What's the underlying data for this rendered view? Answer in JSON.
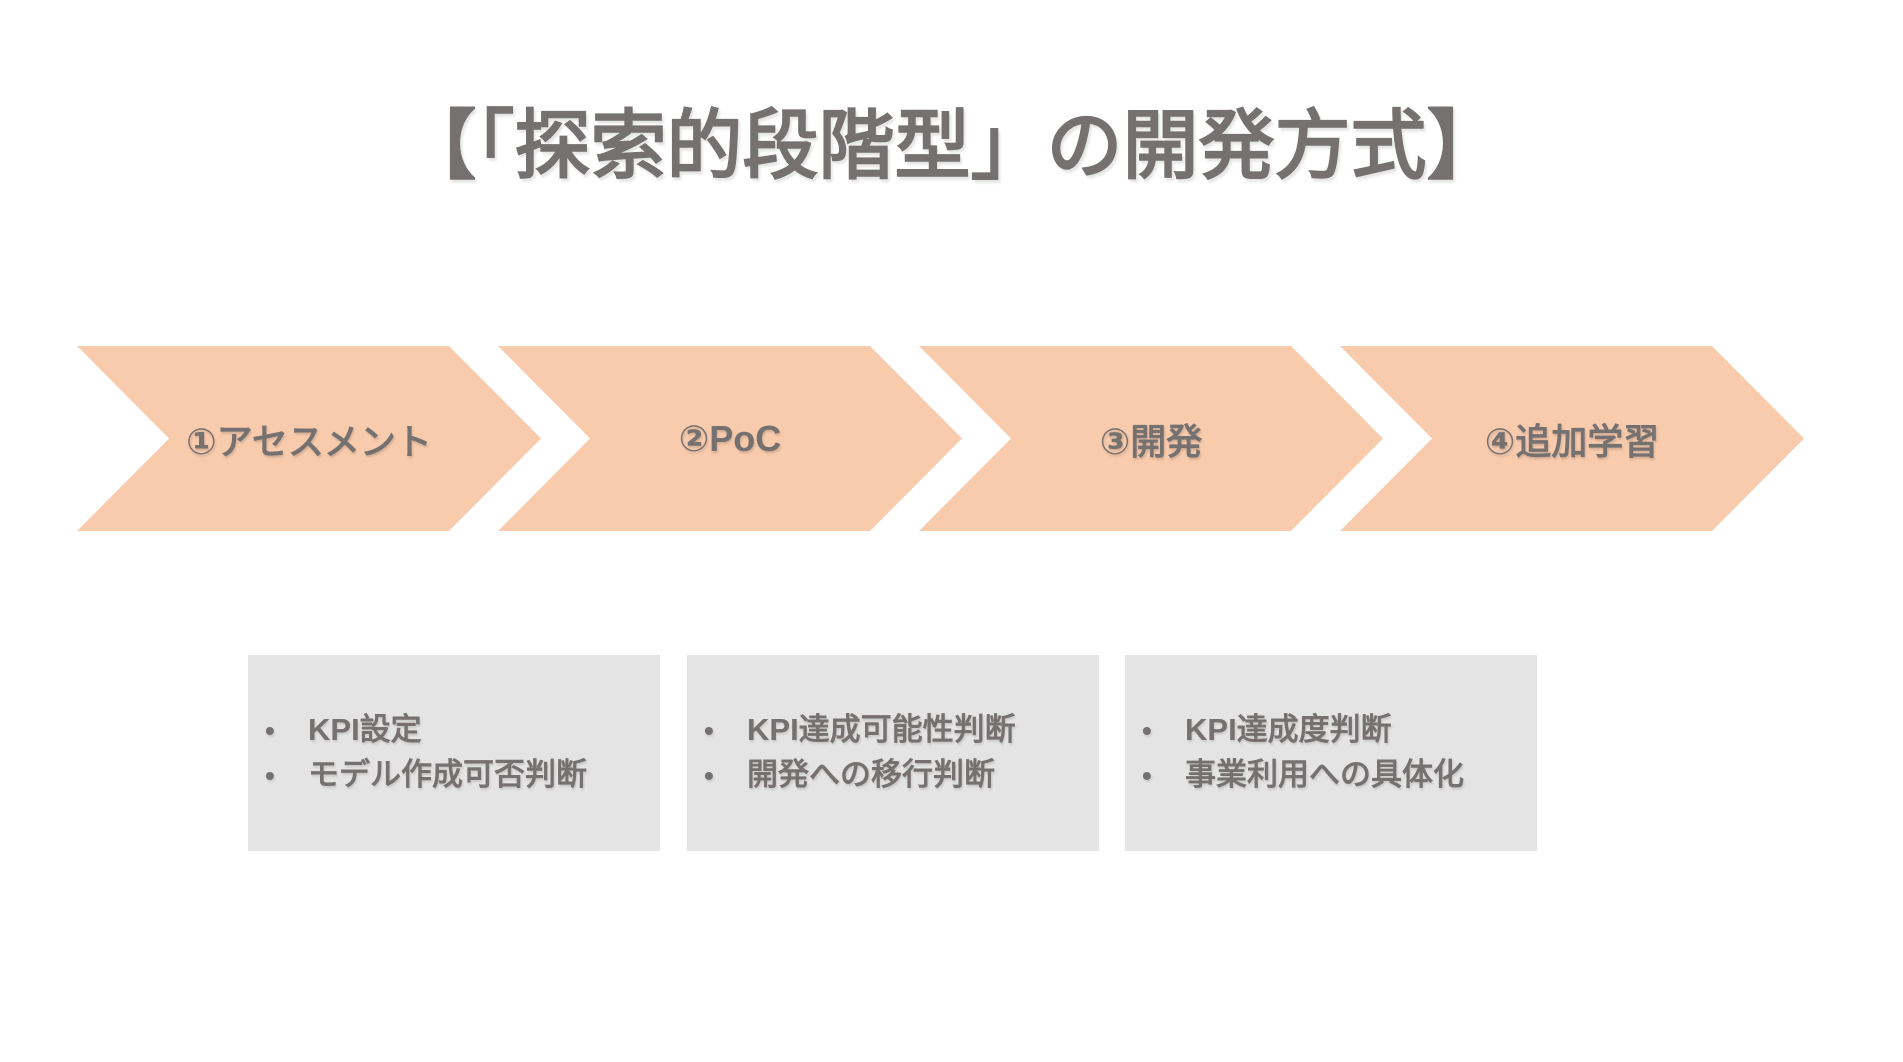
{
  "title": {
    "text": "【「探索的段階型」の開発方式】"
  },
  "ui": {
    "bullet": "•"
  },
  "colors": {
    "background": "#ffffff",
    "arrow_fill": "#F8CBAD",
    "box_fill": "#E4E4E4",
    "text_gray": "#767171"
  },
  "flow": {
    "steps": [
      {
        "label": "①アセスメント"
      },
      {
        "label": "②PoC"
      },
      {
        "label": "③開発"
      },
      {
        "label": "④追加学習"
      }
    ]
  },
  "detail_boxes": [
    {
      "items": [
        "KPI設定",
        "モデル作成可否判断"
      ]
    },
    {
      "items": [
        "KPI達成可能性判断",
        "開発への移行判断"
      ]
    },
    {
      "items": [
        "KPI達成度判断",
        "事業利用への具体化"
      ]
    }
  ]
}
